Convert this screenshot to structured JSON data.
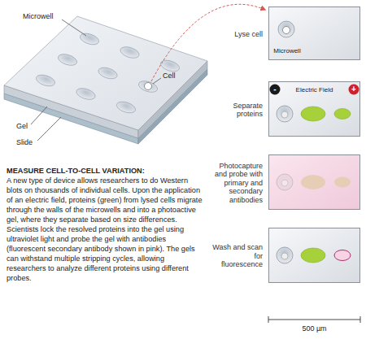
{
  "diagram": {
    "title": "MEASURE CELL-TO-CELL VARIATION:",
    "caption": "A new type of device allows researchers to do Western blots on thousands of individual cells. Upon the application of an electric field, proteins (green) from lysed cells migrate through the walls of the microwells and into a photoactive gel, where they separate based on size differences. Scientists lock the resolved proteins into the gel using ultraviolet light and probe the gel with antibodies (fluorescent secondary antibody shown in pink). The gels can withstand multiple stripping cycles, allowing researchers to analyze different proteins using different probes.",
    "nodes": [
      {
        "text": [
          "Lyse cell",
          "Microwell"
        ]
      },
      {
        "text": [
          "Separate proteins",
          "Electric Field",
          "-",
          "+"
        ]
      },
      {
        "text": [
          "Photocapture and probe with primary and secondary antibodies"
        ]
      },
      {
        "text": [
          "Wash and scan for fluorescence"
        ]
      }
    ],
    "labels": [
      "Microwell",
      "Cell",
      "Gel",
      "Slide",
      "500 µm"
    ]
  }
}
